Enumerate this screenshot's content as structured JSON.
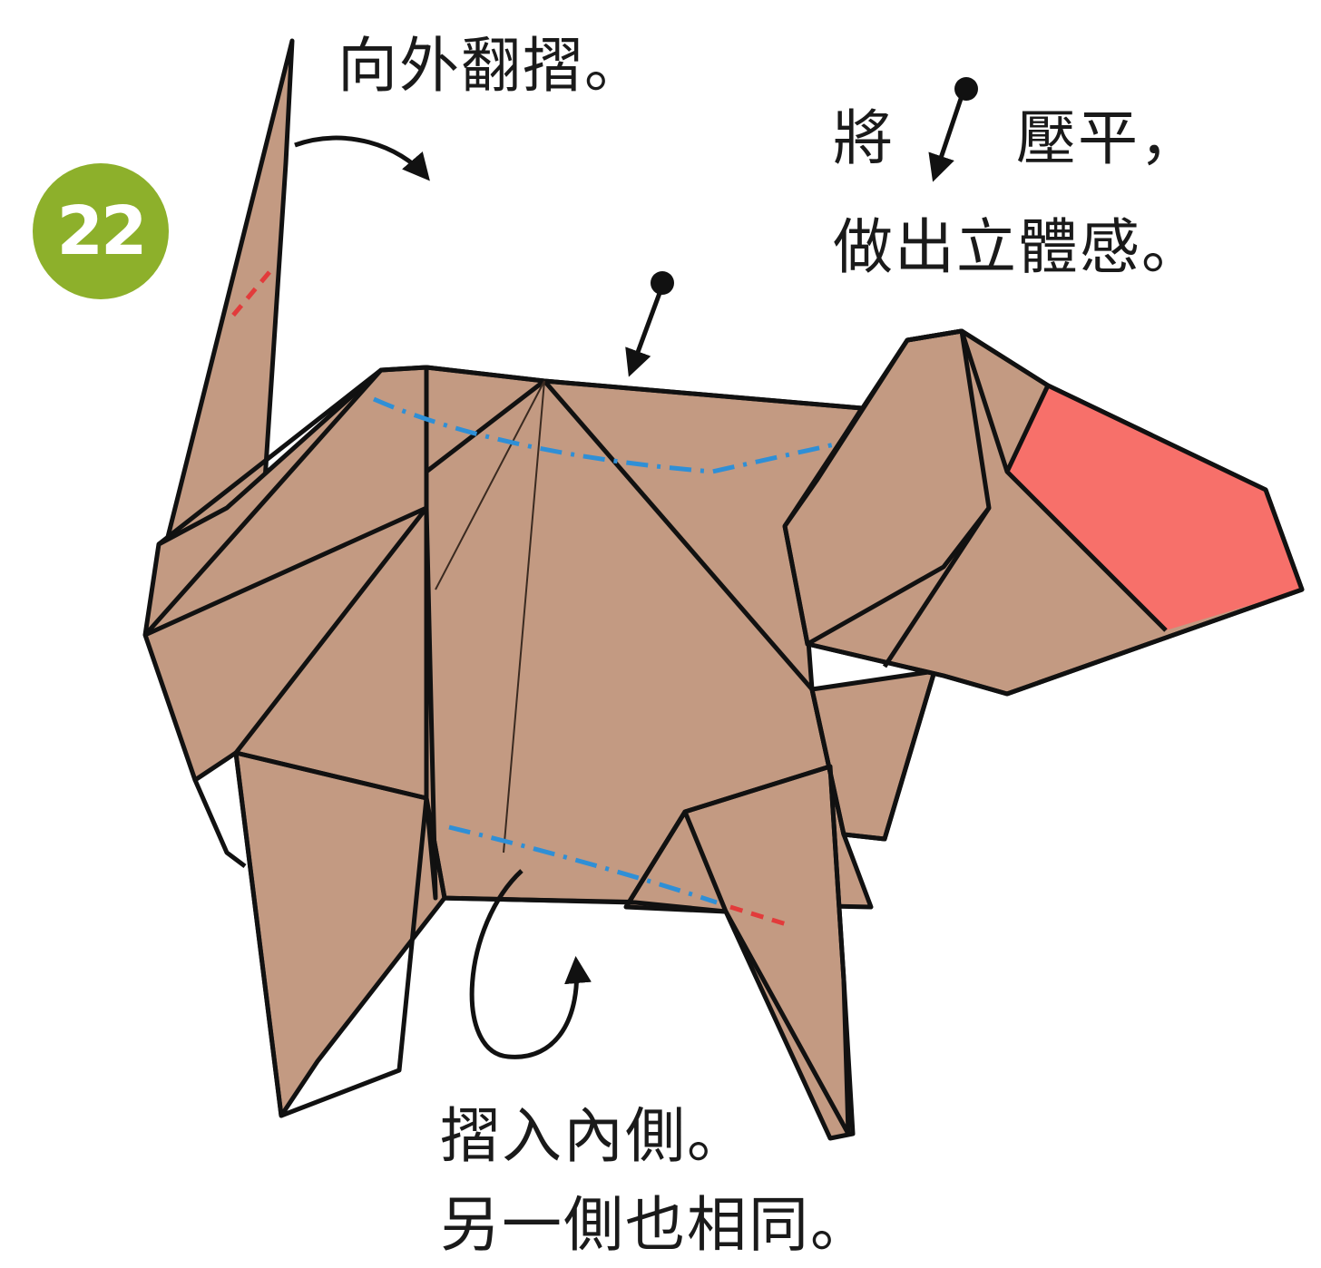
{
  "step": {
    "number": "22",
    "badge_color": "#8db02b"
  },
  "instructions": {
    "tail": "向外翻摺。",
    "head_prefix": "將",
    "head_suffix": "壓平，",
    "head_line2": "做出立體感。",
    "belly_line1": "摺入內側。",
    "belly_line2": "另一側也相同。"
  },
  "colors": {
    "paper": "#c39a82",
    "nose": "#f7706a",
    "outline": "#111111",
    "valley_fold": "#2f8fd6",
    "mountain_fold": "#e23b3b"
  }
}
